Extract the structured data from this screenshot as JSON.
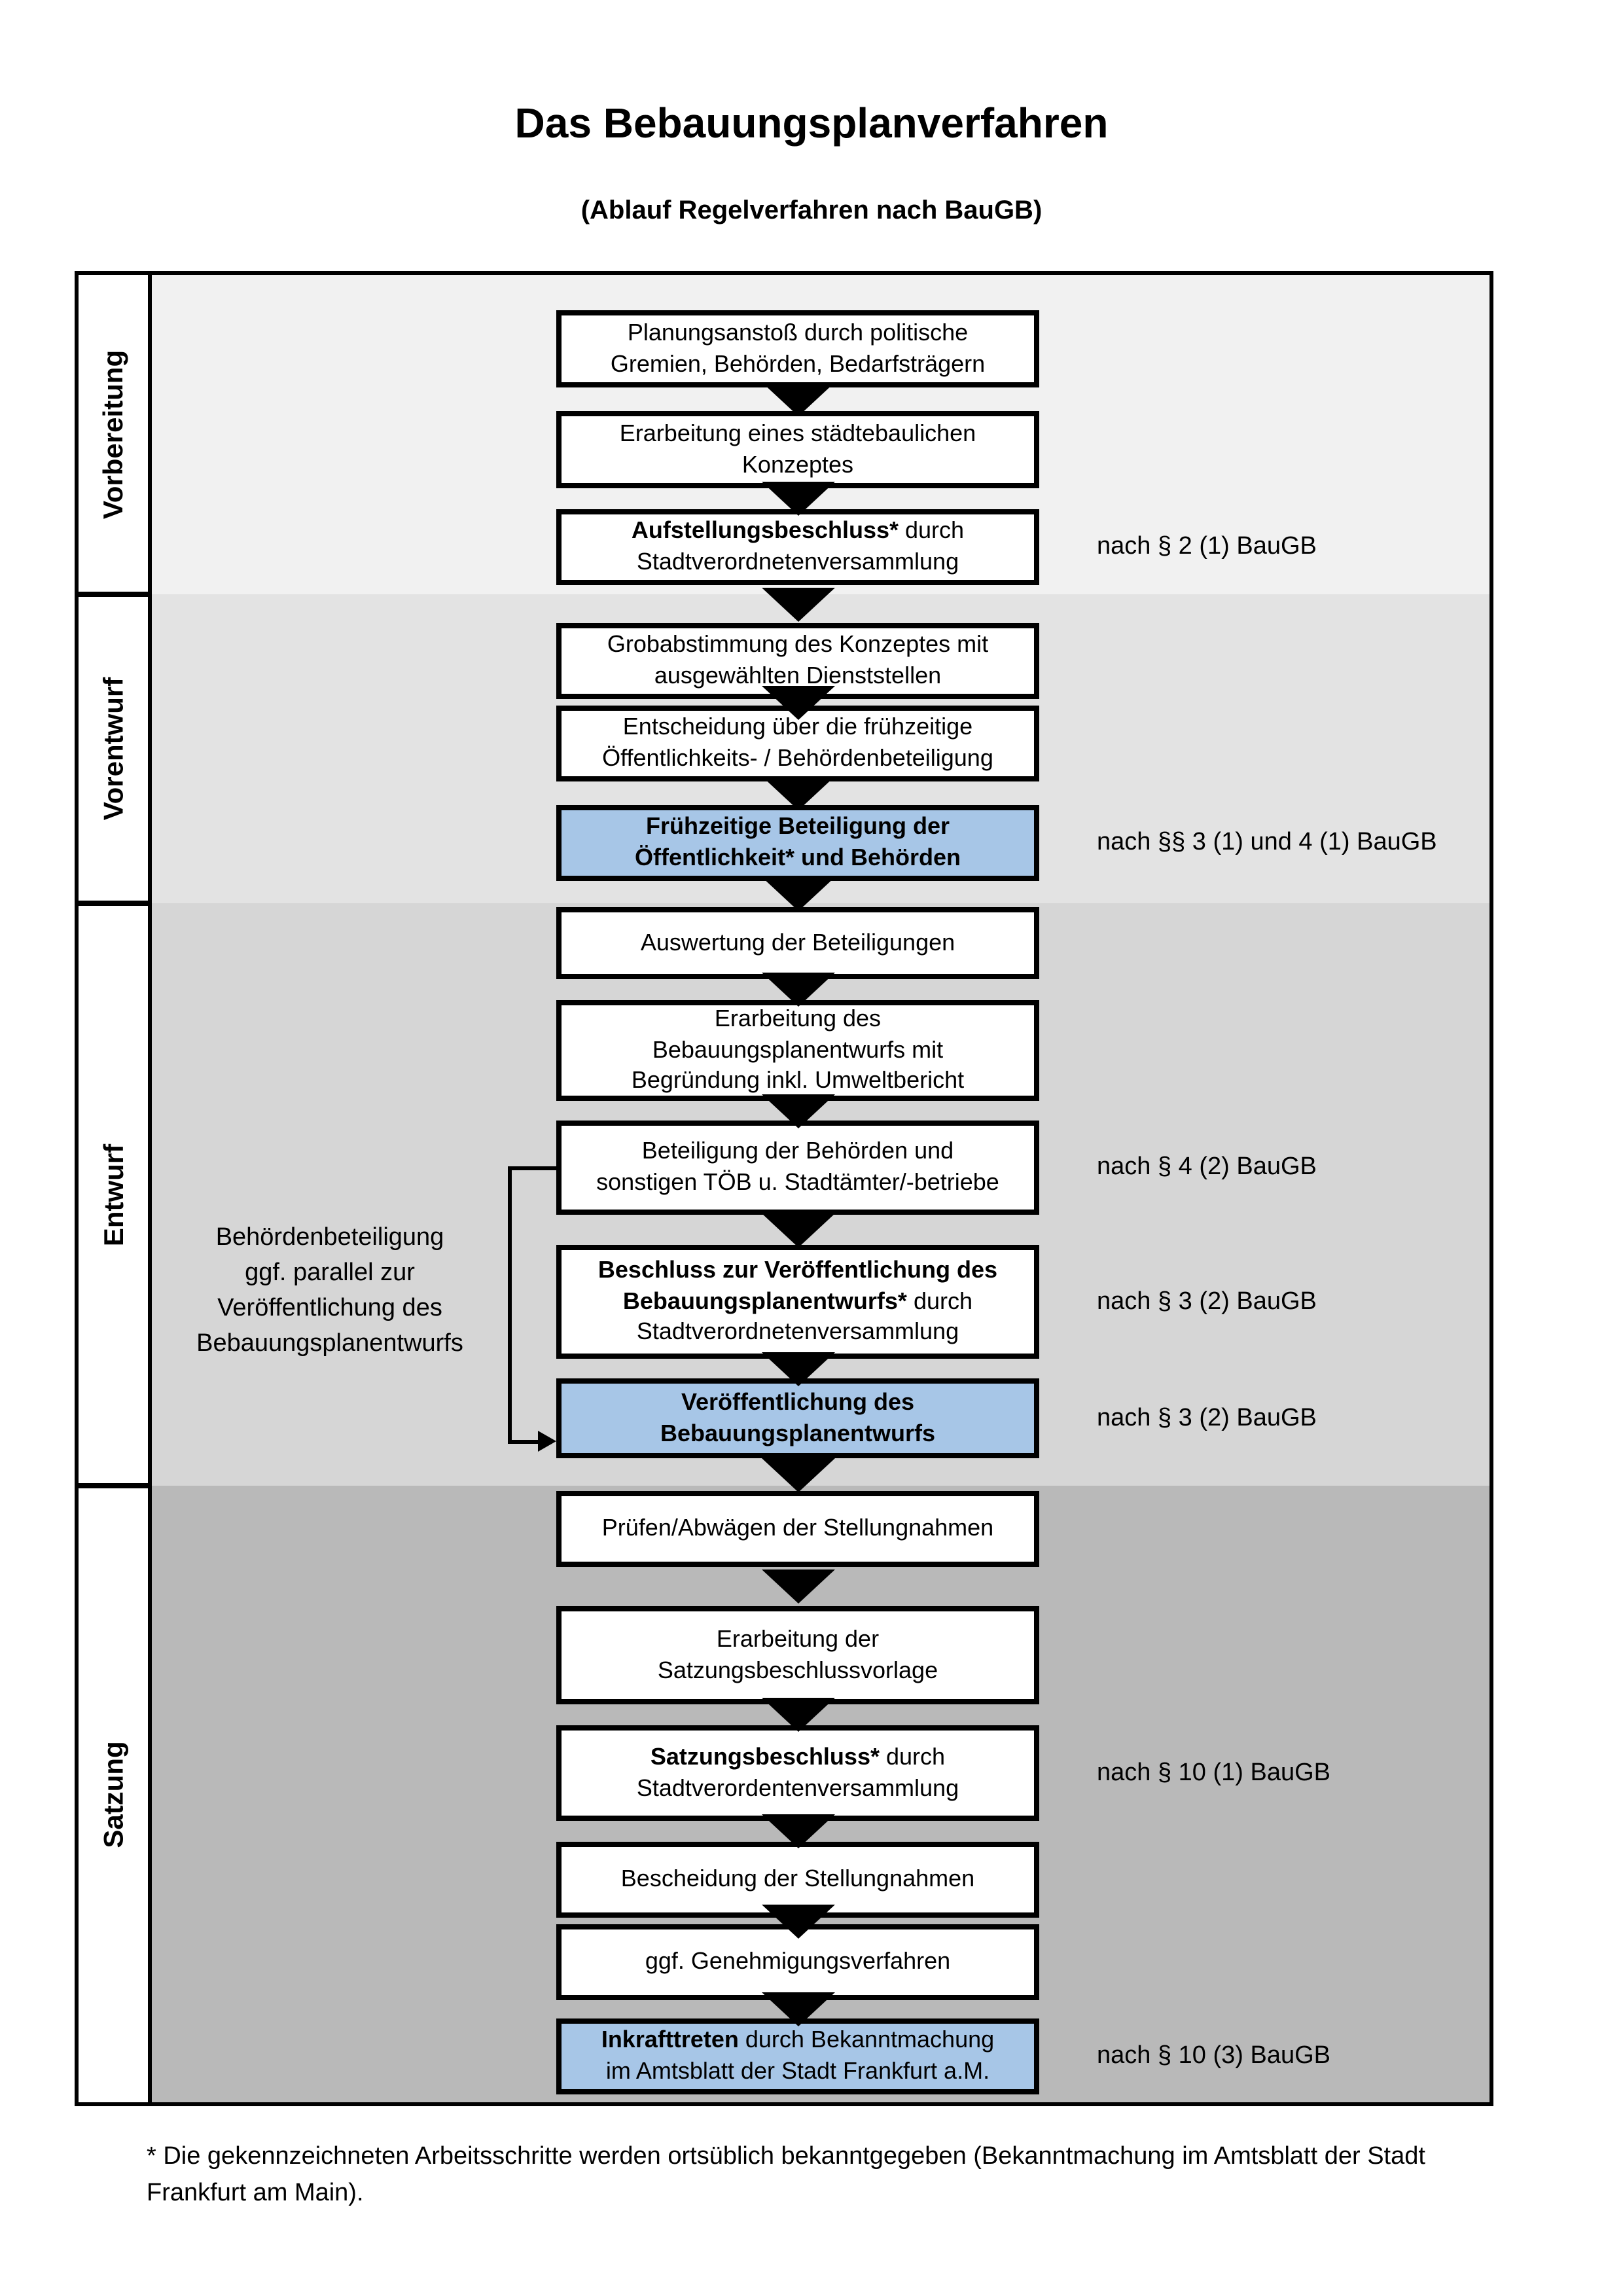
{
  "title": "Das Bebauungsplanverfahren",
  "subtitle": "(Ablauf Regelverfahren nach BauGB)",
  "colors": {
    "phase_backgrounds": [
      "#f1f1f1",
      "#e3e3e3",
      "#d6d6d6",
      "#b9b9b9"
    ],
    "highlight_blue": "#a7c6e7",
    "line_black": "#000000"
  },
  "phases": [
    {
      "label": "Vorbereitung",
      "steps": [
        {
          "segments": [
            {
              "text": "Planungsanstoß durch politische\nGremien, Behörden, Bedarfsträgern",
              "bold": false
            }
          ],
          "highlight": false,
          "annotation": ""
        },
        {
          "segments": [
            {
              "text": "Erarbeitung eines städtebaulichen\nKonzeptes",
              "bold": false
            }
          ],
          "highlight": false,
          "annotation": ""
        },
        {
          "segments": [
            {
              "text": "Aufstellungsbeschluss*",
              "bold": true
            },
            {
              "text": " durch\nStadtverordnetenversammlung",
              "bold": false
            }
          ],
          "highlight": false,
          "annotation": "nach § 2 (1) BauGB"
        }
      ]
    },
    {
      "label": "Vorentwurf",
      "steps": [
        {
          "segments": [
            {
              "text": "Grobabstimmung des Konzeptes mit\nausgewählten Dienststellen",
              "bold": false
            }
          ],
          "highlight": false,
          "annotation": ""
        },
        {
          "segments": [
            {
              "text": "Entscheidung über die frühzeitige\nÖffentlichkeits- / Behördenbeteiligung",
              "bold": false
            }
          ],
          "highlight": false,
          "annotation": ""
        },
        {
          "segments": [
            {
              "text": "Frühzeitige Beteiligung der\nÖffentlichkeit* und Behörden",
              "bold": true
            }
          ],
          "highlight": true,
          "annotation": "nach §§ 3 (1) und 4 (1) BauGB"
        }
      ]
    },
    {
      "label": "Entwurf",
      "side_note": "Behördenbeteiligung\nggf. parallel zur\nVeröffentlichung des\nBebauungsplanentwurfs",
      "steps": [
        {
          "segments": [
            {
              "text": "Auswertung der Beteiligungen",
              "bold": false
            }
          ],
          "highlight": false,
          "annotation": ""
        },
        {
          "segments": [
            {
              "text": "Erarbeitung des\nBebauungsplanentwurfs mit\nBegründung inkl. Umweltbericht",
              "bold": false
            }
          ],
          "highlight": false,
          "annotation": ""
        },
        {
          "segments": [
            {
              "text": "Beteiligung der Behörden und\nsonstigen TÖB u. Stadtämter/-betriebe",
              "bold": false
            }
          ],
          "highlight": false,
          "annotation": "nach § 4 (2) BauGB"
        },
        {
          "segments": [
            {
              "text": "Beschluss zur Veröffentlichung des\nBebauungsplanentwurfs*",
              "bold": true
            },
            {
              "text": " durch\nStadtverordnetenversammlung",
              "bold": false
            }
          ],
          "highlight": false,
          "annotation": "nach § 3 (2) BauGB"
        },
        {
          "segments": [
            {
              "text": "Veröffentlichung des\nBebauungsplanentwurfs",
              "bold": true
            }
          ],
          "highlight": true,
          "annotation": "nach § 3 (2) BauGB"
        }
      ]
    },
    {
      "label": "Satzung",
      "steps": [
        {
          "segments": [
            {
              "text": "Prüfen/Abwägen der Stellungnahmen",
              "bold": false
            }
          ],
          "highlight": false,
          "annotation": ""
        },
        {
          "segments": [
            {
              "text": "Erarbeitung der\nSatzungsbeschlussvorlage",
              "bold": false
            }
          ],
          "highlight": false,
          "annotation": ""
        },
        {
          "segments": [
            {
              "text": "Satzungsbeschluss*",
              "bold": true
            },
            {
              "text": " durch\nStadtverordentenversammlung",
              "bold": false
            }
          ],
          "highlight": false,
          "annotation": "nach § 10 (1) BauGB"
        },
        {
          "segments": [
            {
              "text": "Bescheidung der Stellungnahmen",
              "bold": false
            }
          ],
          "highlight": false,
          "annotation": ""
        },
        {
          "segments": [
            {
              "text": "ggf. Genehmigungsverfahren",
              "bold": false
            }
          ],
          "highlight": false,
          "annotation": ""
        },
        {
          "segments": [
            {
              "text": "Inkrafttreten",
              "bold": true
            },
            {
              "text": " durch Bekanntmachung\nim Amtsblatt der Stadt Frankfurt a.M.",
              "bold": false
            }
          ],
          "highlight": true,
          "annotation": "nach § 10 (3) BauGB"
        }
      ]
    }
  ],
  "footnote": "* Die gekennzeichneten Arbeitsschritte werden ortsüblich bekanntgegeben (Bekanntmachung im Amtsblatt  der Stadt Frankfurt am Main)."
}
